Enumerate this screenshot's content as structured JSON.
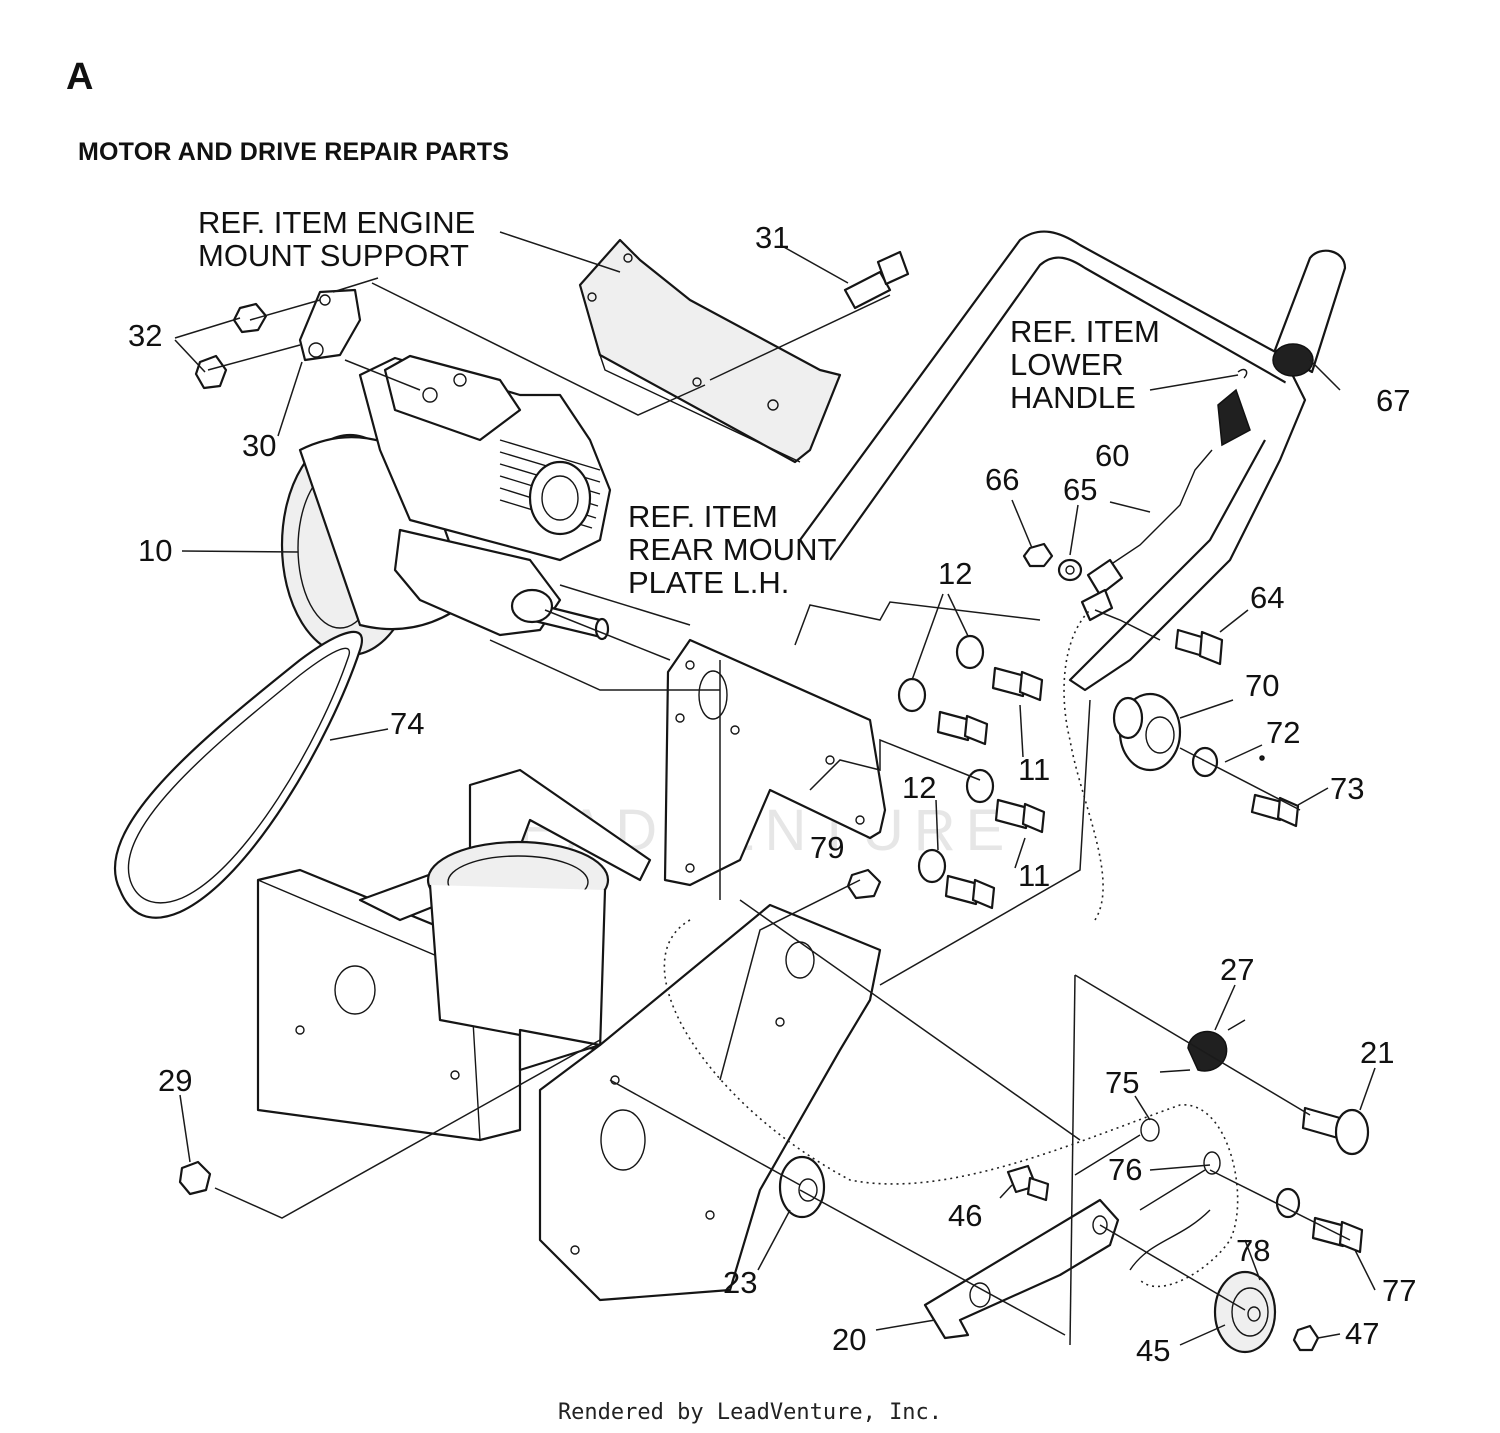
{
  "header": {
    "section_letter": "A",
    "title": "MOTOR AND DRIVE REPAIR PARTS"
  },
  "reference_labels": {
    "engine_mount_support": [
      "REF. ITEM ENGINE",
      "MOUNT SUPPORT"
    ],
    "lower_handle": [
      "REF. ITEM",
      "LOWER",
      "HANDLE"
    ],
    "rear_mount_plate": [
      "REF. ITEM",
      "REAR MOUNT",
      "PLATE L.H."
    ]
  },
  "callouts": {
    "c31": "31",
    "c32": "32",
    "c30": "30",
    "c10": "10",
    "c74": "74",
    "c67": "67",
    "c60": "60",
    "c66": "66",
    "c65": "65",
    "c12a": "12",
    "c64": "64",
    "c70": "70",
    "c72": "72",
    "c11a": "11",
    "c73": "73",
    "c12b": "12",
    "c79": "79",
    "c11b": "11",
    "c27": "27",
    "c21": "21",
    "c29": "29",
    "c75": "75",
    "c76": "76",
    "c46": "46",
    "c23": "23",
    "c78": "78",
    "c77": "77",
    "c20": "20",
    "c45": "45",
    "c47": "47"
  },
  "watermark": "LEADVENTURE",
  "footer": "Rendered by LeadVenture, Inc."
}
